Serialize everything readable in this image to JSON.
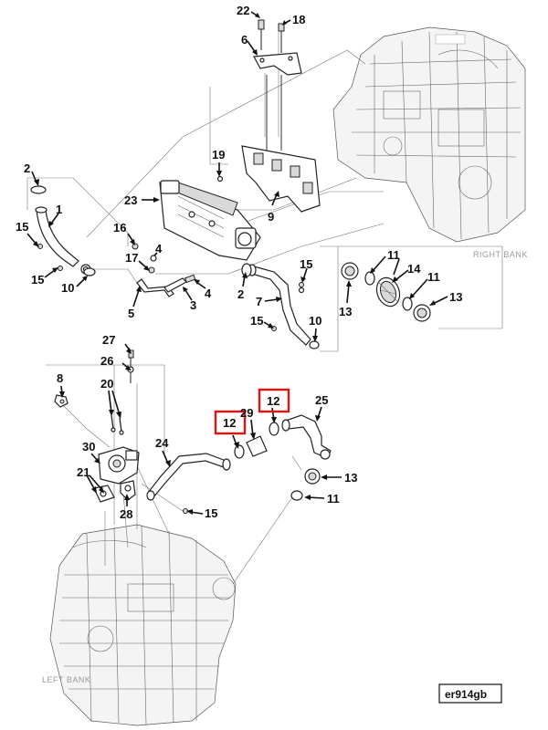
{
  "diagram": {
    "callouts": [
      {
        "id": "c22",
        "text": "22"
      },
      {
        "id": "c18",
        "text": "18"
      },
      {
        "id": "c6",
        "text": "6"
      },
      {
        "id": "c19",
        "text": "19"
      },
      {
        "id": "c2a",
        "text": "2"
      },
      {
        "id": "c1",
        "text": "1"
      },
      {
        "id": "c23",
        "text": "23"
      },
      {
        "id": "c9",
        "text": "9"
      },
      {
        "id": "c15a",
        "text": "15"
      },
      {
        "id": "c16",
        "text": "16"
      },
      {
        "id": "c4a",
        "text": "4"
      },
      {
        "id": "c17",
        "text": "17"
      },
      {
        "id": "c15b",
        "text": "15"
      },
      {
        "id": "c10a",
        "text": "10"
      },
      {
        "id": "c5",
        "text": "5"
      },
      {
        "id": "c3",
        "text": "3"
      },
      {
        "id": "c4b",
        "text": "4"
      },
      {
        "id": "c2b",
        "text": "2"
      },
      {
        "id": "c7",
        "text": "7"
      },
      {
        "id": "c15c",
        "text": "15"
      },
      {
        "id": "c15d",
        "text": "15"
      },
      {
        "id": "c10b",
        "text": "10"
      },
      {
        "id": "c11a",
        "text": "11"
      },
      {
        "id": "c14",
        "text": "14"
      },
      {
        "id": "c11b",
        "text": "11"
      },
      {
        "id": "c13a",
        "text": "13"
      },
      {
        "id": "c13b",
        "text": "13"
      },
      {
        "id": "c27",
        "text": "27"
      },
      {
        "id": "c26",
        "text": "26"
      },
      {
        "id": "c8",
        "text": "8"
      },
      {
        "id": "c20",
        "text": "20"
      },
      {
        "id": "c12a",
        "text": "12"
      },
      {
        "id": "c12b",
        "text": "12"
      },
      {
        "id": "c29",
        "text": "29"
      },
      {
        "id": "c25",
        "text": "25"
      },
      {
        "id": "c24",
        "text": "24"
      },
      {
        "id": "c30",
        "text": "30"
      },
      {
        "id": "c21",
        "text": "21"
      },
      {
        "id": "c28",
        "text": "28"
      },
      {
        "id": "c15e",
        "text": "15"
      },
      {
        "id": "c13c",
        "text": "13"
      },
      {
        "id": "c11c",
        "text": "11"
      }
    ],
    "right_bank_label": "RIGHT BANK",
    "left_bank_label": "LEFT BANK",
    "drawing_code": "er914gb",
    "highlight_color": "#d11a1a"
  }
}
